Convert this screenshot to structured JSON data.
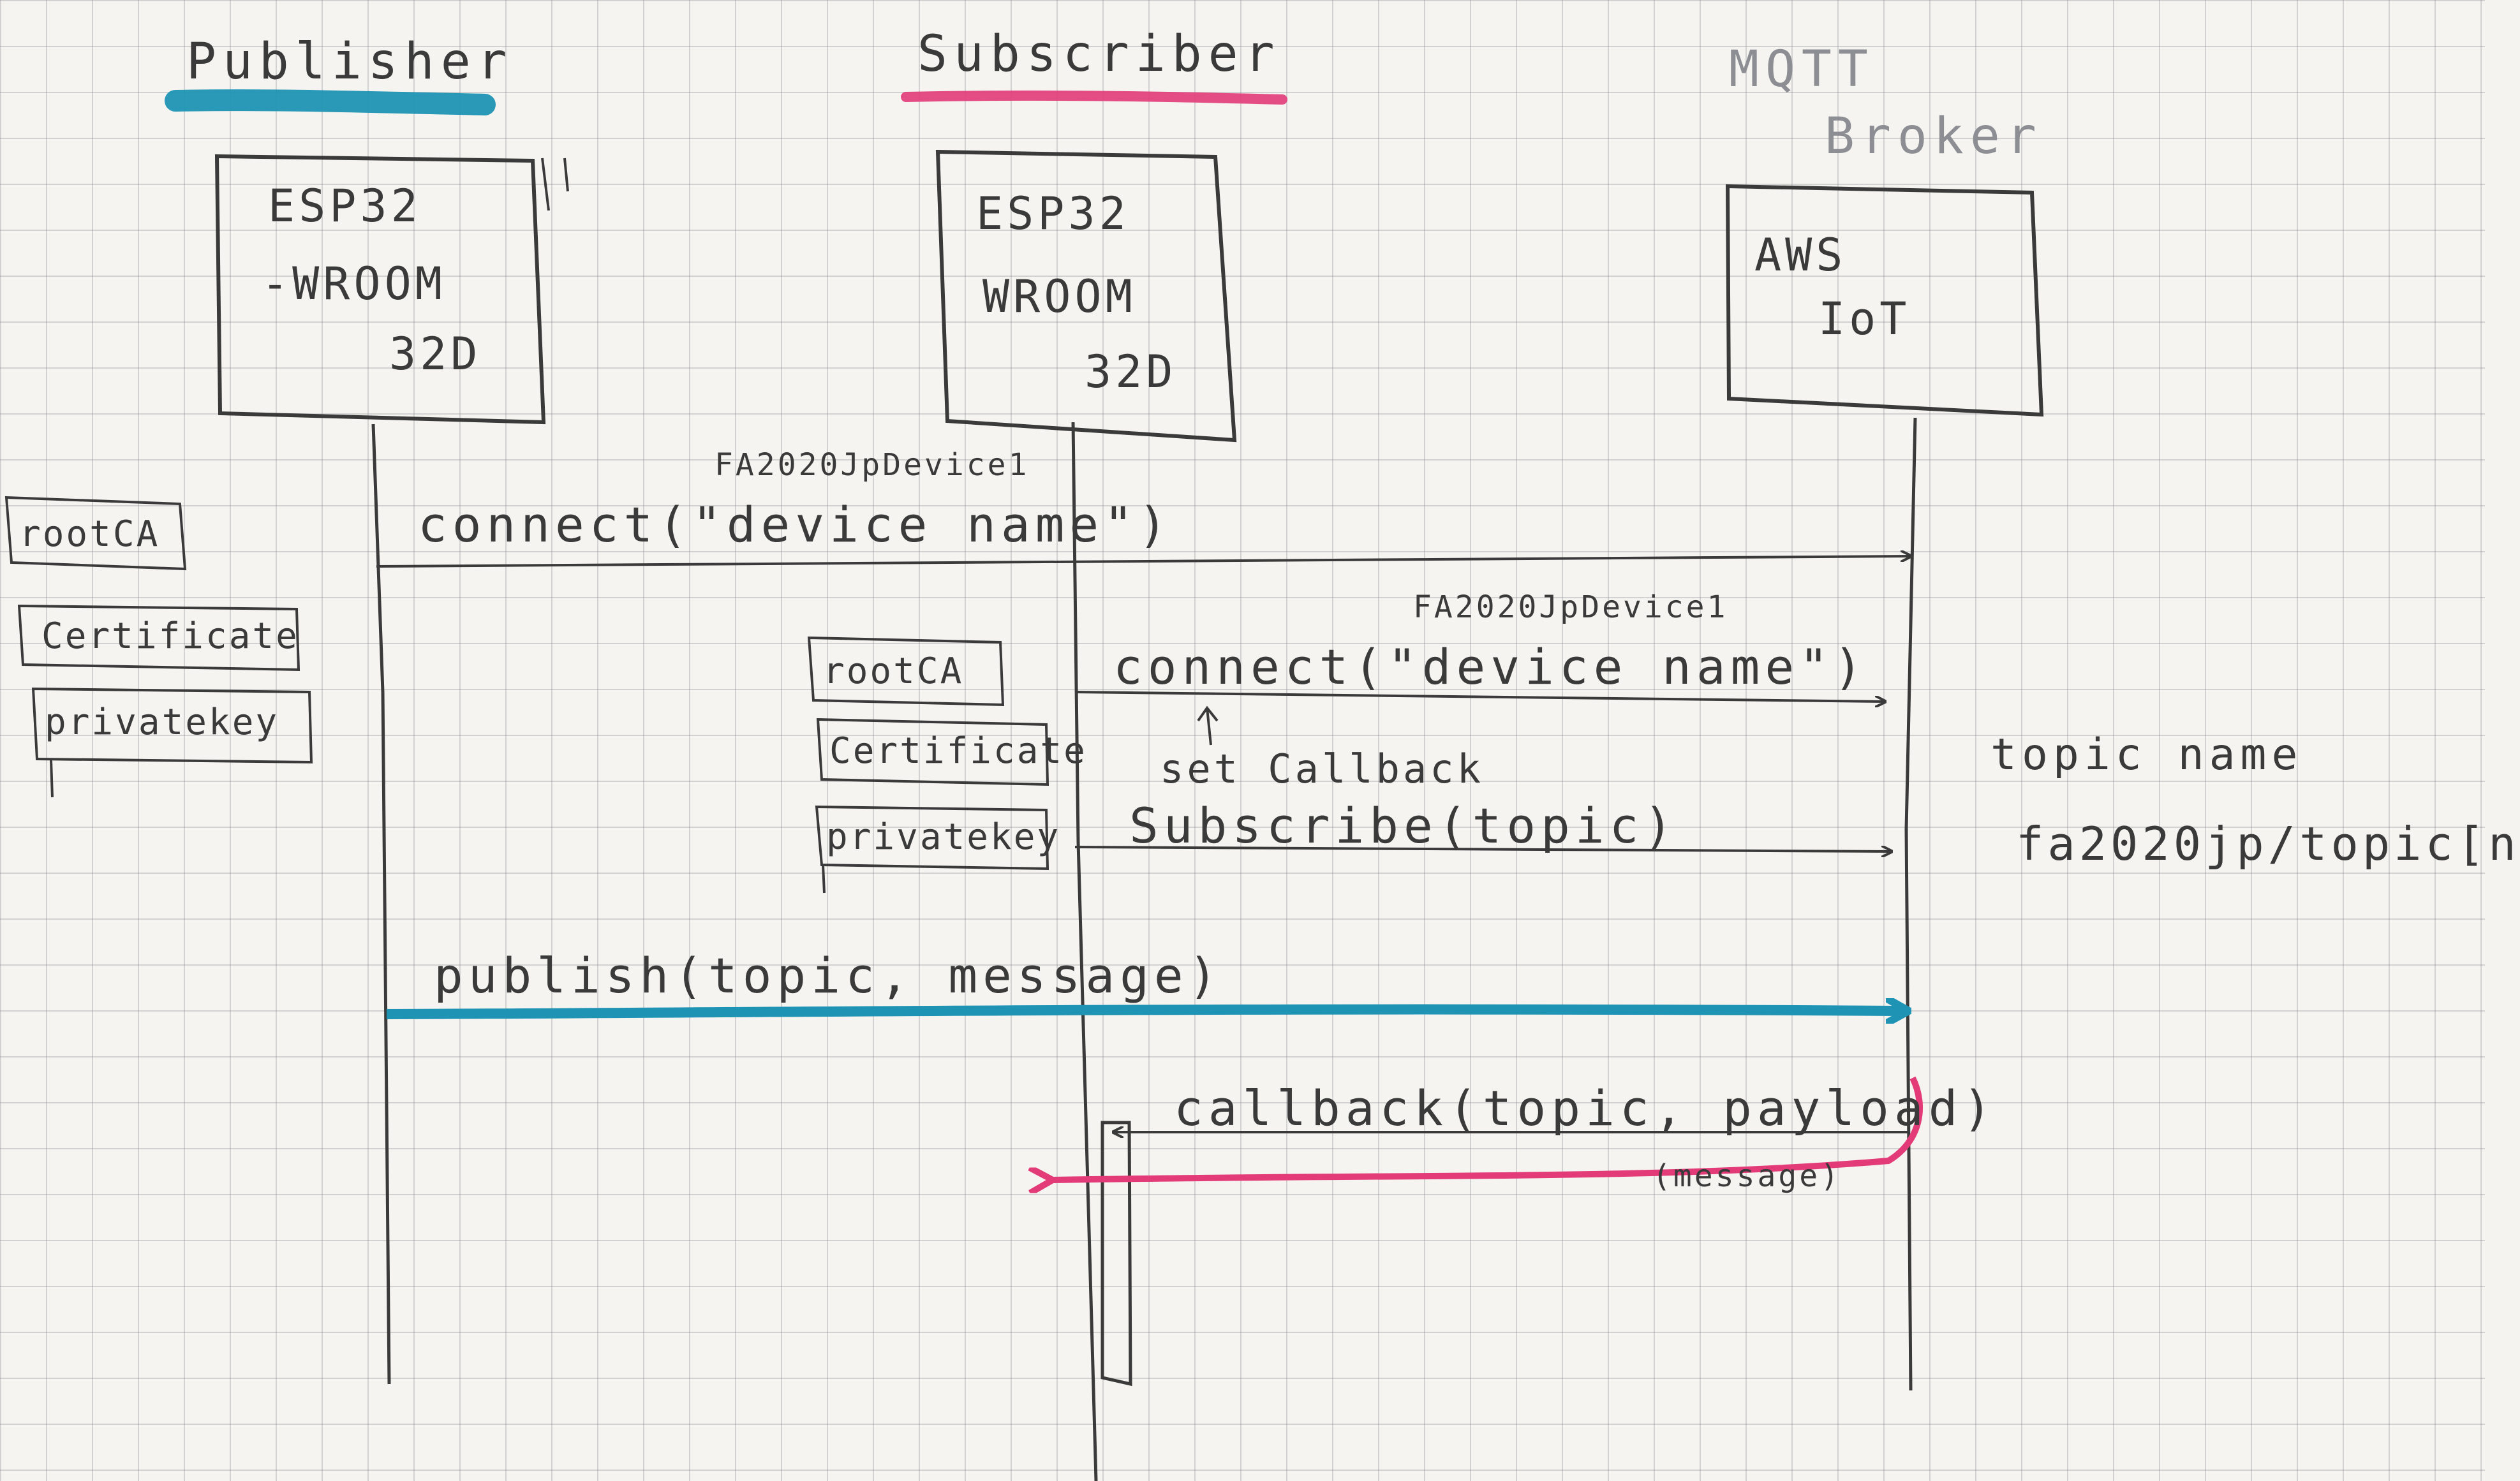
{
  "participants": {
    "publisher": {
      "title": "Publisher",
      "box_line1": "ESP32",
      "box_line2": "-WROOM",
      "box_line3": "32D"
    },
    "subscriber": {
      "title": "Subscriber",
      "box_line1": "ESP32",
      "box_line2": "WROOM",
      "box_line3": "32D"
    },
    "broker": {
      "title_line1": "MQTT",
      "title_line2": "Broker",
      "box_line1": "AWS",
      "box_line2": "IoT"
    }
  },
  "publisher_keys": [
    "rootCA",
    "Certificate",
    "privatekey"
  ],
  "subscriber_keys": [
    "rootCA",
    "Certificate",
    "privatekey"
  ],
  "messages": {
    "pub_connect": {
      "label": "connect(\"device name\")",
      "note": "FA2020JpDevice1"
    },
    "sub_connect": {
      "label": "connect(\"device name\")",
      "note": "FA2020JpDevice1"
    },
    "set_callback": "set Callback",
    "subscribe": "Subscribe(topic)",
    "publish": "publish(topic, message)",
    "callback": "callback(topic, payload)",
    "callback_note": "(message)"
  },
  "topic": {
    "label": "topic name",
    "value": "fa2020jp/topic[n"
  },
  "colors": {
    "publisher_accent": "#1f93b4",
    "subscriber_accent": "#e23b78",
    "pencil": "#3a3a3a"
  }
}
